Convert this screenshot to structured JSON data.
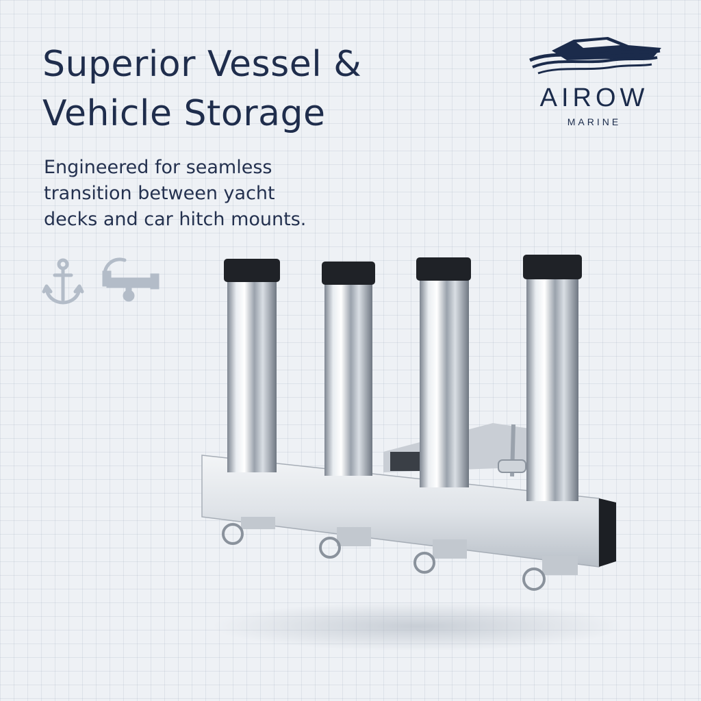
{
  "headline": {
    "line1": "Superior Vessel &",
    "line2": "Vehicle Storage"
  },
  "subline": {
    "line1": "Engineered for seamless",
    "line2": "transition between yacht",
    "line3": "decks and car hitch mounts."
  },
  "brand": {
    "name": "AIROW",
    "tagline": "MARINE",
    "logo_icon": "yacht-waves-icon",
    "color": "#1b2b4b"
  },
  "feature_icons": [
    "anchor-icon",
    "trailer-hitch-icon"
  ],
  "product": {
    "name": "four-tube-rod-holder",
    "tube_count": 4
  },
  "colors": {
    "background": "#eef1f5",
    "text": "#1f2d4c",
    "icon": "#b3bcc8"
  }
}
